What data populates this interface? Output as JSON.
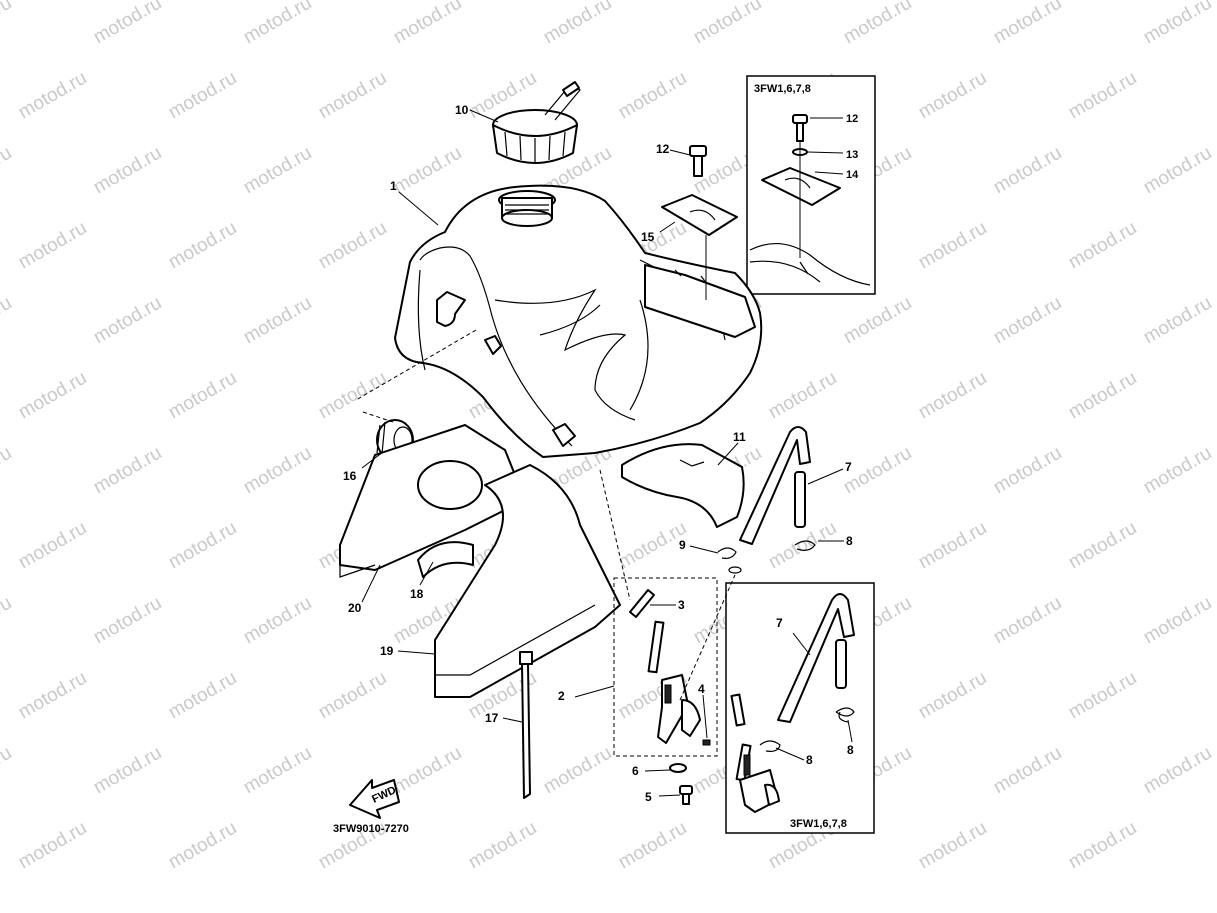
{
  "watermark": {
    "text": "motod.ru",
    "color": "#c9c9c9"
  },
  "callouts": {
    "c1": "1",
    "c2": "2",
    "c3": "3",
    "c4": "4",
    "c5": "5",
    "c6": "6",
    "c7": "7",
    "c7b": "7",
    "c8": "8",
    "c8b": "8",
    "c8c": "8",
    "c9": "9",
    "c10": "10",
    "c11": "11",
    "c12": "12",
    "c12b": "12",
    "c13": "13",
    "c14": "14",
    "c15": "15",
    "c16": "16",
    "c17": "17",
    "c18": "18",
    "c19": "19",
    "c20": "20"
  },
  "inset_top": {
    "title": "3FW1,6,7,8"
  },
  "inset_bottom": {
    "title": "3FW1,6,7,8"
  },
  "fwd_arrow": {
    "label": "FWD"
  },
  "drawing_code": "3FW9010-7270"
}
